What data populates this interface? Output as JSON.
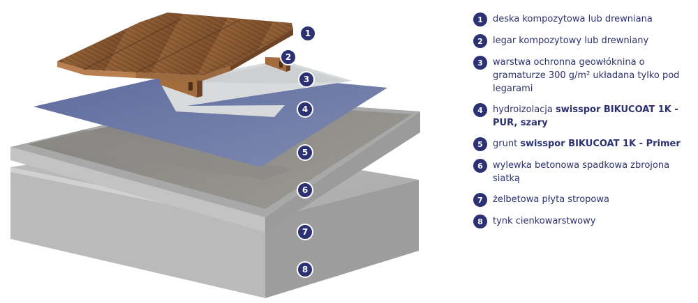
{
  "markers": [
    "1",
    "2",
    "3",
    "4",
    "5",
    "6",
    "7",
    "8"
  ],
  "legend": [
    {
      "num": "1",
      "text": "deska kompozytowa lub drewniana"
    },
    {
      "num": "2",
      "text": "legar kompozytowy lub drewniany"
    },
    {
      "num": "3",
      "text": "warstwa ochronna geowłóknina o gramaturze 300 g/m² układana tylko pod legarami"
    },
    {
      "num": "4",
      "text_plain": "hydroizolacja ",
      "text_bold": "swisspor BIKUCOAT 1K - PUR, szary"
    },
    {
      "num": "5",
      "text_plain": "grunt ",
      "text_bold": "swisspor BIKUCOAT 1K - Primer"
    },
    {
      "num": "6",
      "text": "wylewka betonowa spadkowa zbrojona siatką"
    },
    {
      "num": "7",
      "text": "żelbetowa płyta stropowa"
    },
    {
      "num": "8",
      "text": "tynk cienkowarstwowy"
    }
  ],
  "colors": {
    "marker": "#2b3174",
    "text": "#2b3174",
    "wood": "#8a5a32",
    "membrane": "#6a78a8",
    "geotextile": "#d9dbdc",
    "concrete": "#b0b2b1"
  }
}
